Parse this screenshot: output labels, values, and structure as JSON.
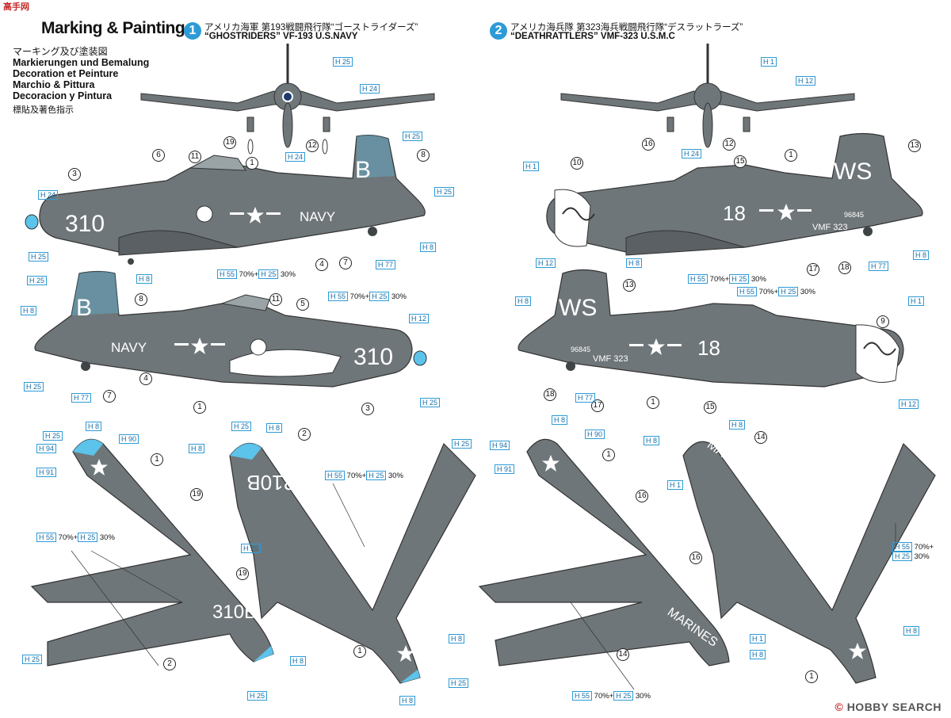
{
  "watermark_top": "高手网",
  "watermark_bottom_prefix": "©",
  "watermark_bottom": "HOBBY SEARCH",
  "heading": {
    "title": "Marking & Painting",
    "languages": [
      "マーキング及び塗装図",
      "Markierungen und Bemalung",
      "Decoration et Peinture",
      "Marchio & Pittura",
      "Decoracion y Pintura",
      "標貼及著色指示"
    ]
  },
  "schemes": [
    {
      "number": "1",
      "jp": "アメリカ海軍 第193戦闘飛行隊“ゴーストライダーズ”",
      "en": "“GHOSTRIDERS” VF-193 U.S.NAVY",
      "markings": [
        "310",
        "NAVY",
        "B",
        "310B"
      ]
    },
    {
      "number": "2",
      "jp": "アメリカ海兵隊 第323海兵戦闘飛行隊“デスラットラーズ”",
      "en": "“DEATHRATTLERS” VMF-323 U.S.M.C",
      "markings": [
        "18",
        "WS",
        "VMF 323",
        "96845",
        "MARINES"
      ]
    }
  ],
  "colors": {
    "aircraft": "#6f7679",
    "aircraft_dark": "#3f4446",
    "accent": "#5cc3ea",
    "white": "#ffffff"
  },
  "paint_mix": {
    "a": "H 55",
    "a_pct": "70%",
    "plus": "+",
    "b": "H 25",
    "b_pct": "30%"
  },
  "color_codes": [
    "H 1",
    "H 8",
    "H 12",
    "H 24",
    "H 25",
    "H 77",
    "H 90",
    "H 91",
    "H 94"
  ],
  "part_numbers": [
    "1",
    "2",
    "3",
    "4",
    "5",
    "6",
    "7",
    "8",
    "9",
    "10",
    "11",
    "12",
    "13",
    "14",
    "15",
    "16",
    "17",
    "18",
    "19"
  ]
}
